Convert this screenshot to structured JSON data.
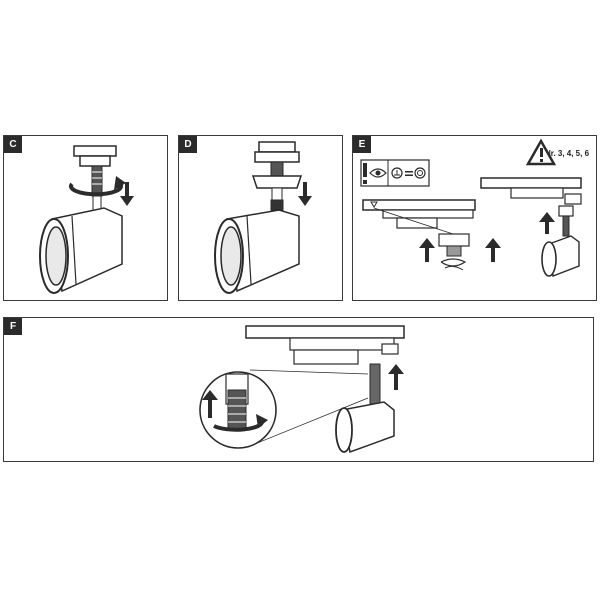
{
  "panels": {
    "c": {
      "label": "C"
    },
    "d": {
      "label": "D"
    },
    "e": {
      "label": "E",
      "warning_parts": "Nr. 3, 4, 5, 6"
    },
    "f": {
      "label": "F"
    }
  },
  "colors": {
    "stroke": "#2b2b2b",
    "tag_bg": "#2b2b2b",
    "shade": "#d9d9d9"
  },
  "icons": [
    "rotate-arrow-icon",
    "down-arrow-icon",
    "up-arrow-icon",
    "warning-icon",
    "eye-icon",
    "ground-symbol-icon",
    "exclamation-icon",
    "magnifier-icon"
  ]
}
